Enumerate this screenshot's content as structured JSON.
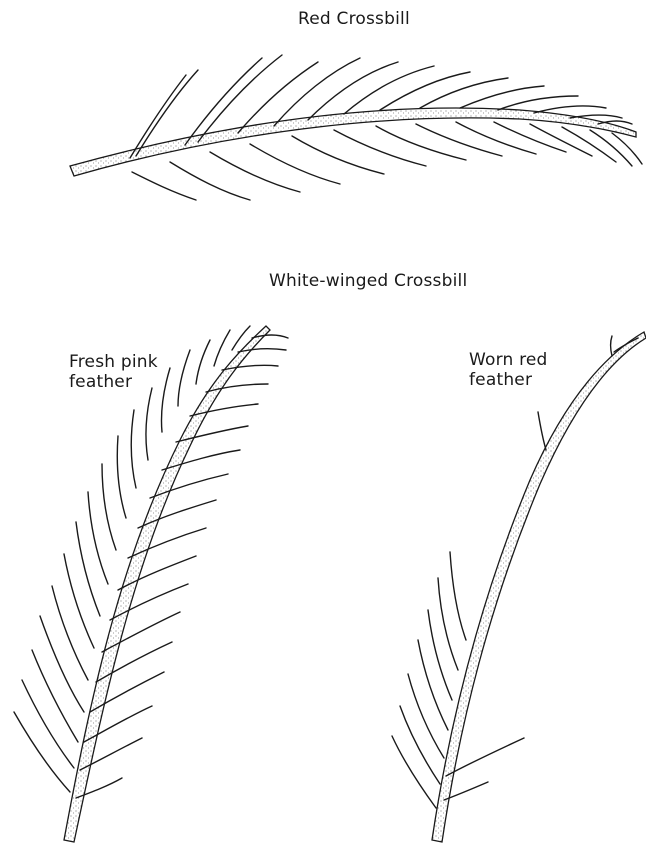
{
  "titles": {
    "red_crossbill": "Red Crossbill",
    "white_winged_crossbill": "White-winged Crossbill"
  },
  "labels": {
    "fresh_line1": "Fresh pink",
    "fresh_line2": "feather",
    "worn_line1": "Worn red",
    "worn_line2": "feather"
  },
  "colors": {
    "ink": "#1a1a1a",
    "stipple": "#555555",
    "background": "#ffffff"
  }
}
